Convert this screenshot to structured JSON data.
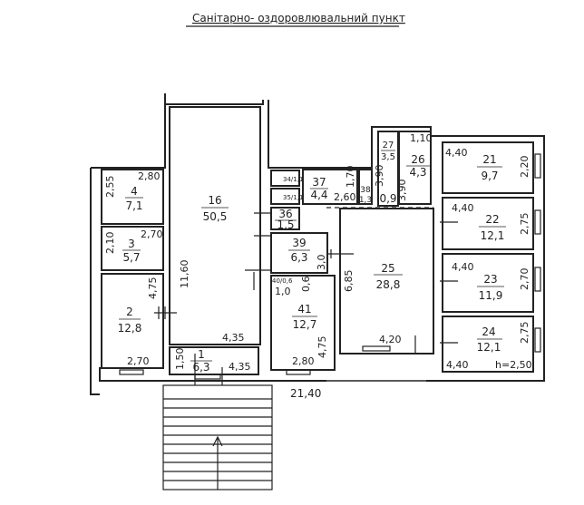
{
  "title": "Санітарно- оздоровлювальний пункт",
  "rooms": {
    "r1": {
      "num": "1",
      "area": "6,3"
    },
    "r2": {
      "num": "2",
      "area": "12,8"
    },
    "r3": {
      "num": "3",
      "area": "5,7"
    },
    "r4": {
      "num": "4",
      "area": "7,1"
    },
    "r16": {
      "num": "16",
      "area": "50,5"
    },
    "r21": {
      "num": "21",
      "area": "9,7"
    },
    "r22": {
      "num": "22",
      "area": "12,1"
    },
    "r23": {
      "num": "23",
      "area": "11,9"
    },
    "r24": {
      "num": "24",
      "area": "12,1"
    },
    "r25": {
      "num": "25",
      "area": "28,8"
    },
    "r26": {
      "num": "26",
      "area": "4,3"
    },
    "r27": {
      "num": "27",
      "area": "3,5"
    },
    "r34": {
      "label": "34/1,1"
    },
    "r35": {
      "label": "35/1,1"
    },
    "r36": {
      "num": "36",
      "area": "1,5"
    },
    "r37": {
      "num": "37",
      "area": "4,4"
    },
    "r38": {
      "num": "38",
      "area": "1,3"
    },
    "r39": {
      "num": "39",
      "area": "6,3"
    },
    "r40": {
      "label": "40/0,6"
    },
    "r41": {
      "num": "41",
      "area": "12,7"
    },
    "r_col": {
      "area": "0,9"
    }
  },
  "dims": {
    "d4_w": "2,80",
    "d4_h": "2,55",
    "d3_w": "2,70",
    "d3_h": "2,10",
    "d2_h": "4,75",
    "d2_w": "2,70",
    "d16_h": "11,60",
    "d16_w": "4,35",
    "d1_h": "1,50",
    "d1_w": "4,35",
    "d37_h": "1,70",
    "d37_w": "2,60",
    "d27_h": "3,90",
    "d26_h": "3,90",
    "d26_w": "1,10",
    "d39_h": "3,0",
    "d40_h": "0,6",
    "d40_a": "1,0",
    "d41_h": "4,75",
    "d41_w": "2,80",
    "d25_h": "6,85",
    "d25_w": "4,20",
    "d21_w": "4,40",
    "d21_h": "2,20",
    "d22_w": "4,40",
    "d22_h": "2,75",
    "d23_w": "4,40",
    "d23_h": "2,70",
    "d24_w": "4,40",
    "d24_h": "2,75",
    "height": "h=2,50",
    "total": "21,40"
  }
}
